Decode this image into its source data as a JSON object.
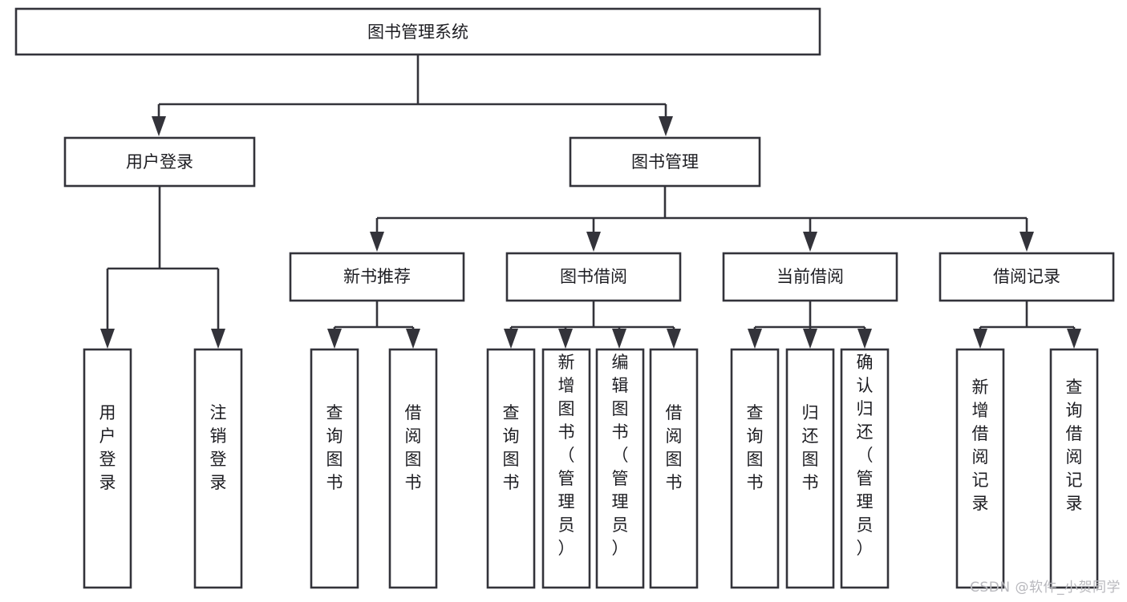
{
  "diagram": {
    "title": "图书管理系统",
    "type": "tree",
    "watermark": "CSDN @软件_小贺同学",
    "colors": {
      "box_fill": "#ffffff",
      "box_stroke": "#33333a",
      "text": "#1d1d22",
      "background": "#ffffff",
      "watermark": "#b8b8bd"
    },
    "root": {
      "id": "root",
      "label": "图书管理系统",
      "level": 0
    },
    "level1": [
      {
        "id": "user-login",
        "label": "用户登录",
        "level": 1
      },
      {
        "id": "book-management",
        "label": "图书管理",
        "level": 1
      }
    ],
    "level2": [
      {
        "id": "new-book-recommend",
        "label": "新书推荐",
        "level": 2,
        "parent": "book-management"
      },
      {
        "id": "book-borrow",
        "label": "图书借阅",
        "level": 2,
        "parent": "book-management"
      },
      {
        "id": "current-borrow",
        "label": "当前借阅",
        "level": 2,
        "parent": "book-management"
      },
      {
        "id": "borrow-record",
        "label": "借阅记录",
        "level": 2,
        "parent": "book-management"
      }
    ],
    "leaves": [
      {
        "id": "leaf-user-login",
        "label": "用户登录",
        "parent": "user-login"
      },
      {
        "id": "leaf-logout-login",
        "label": "注销登录",
        "parent": "user-login"
      },
      {
        "id": "leaf-query-book-1",
        "label": "查询图书",
        "parent": "new-book-recommend"
      },
      {
        "id": "leaf-borrow-book-1",
        "label": "借阅图书",
        "parent": "new-book-recommend"
      },
      {
        "id": "leaf-query-book-2",
        "label": "查询图书",
        "parent": "book-borrow"
      },
      {
        "id": "leaf-add-book",
        "label": "新增图书（管理员）",
        "parent": "book-borrow"
      },
      {
        "id": "leaf-edit-book",
        "label": "编辑图书（管理员）",
        "parent": "book-borrow"
      },
      {
        "id": "leaf-borrow-book-2",
        "label": "借阅图书",
        "parent": "book-borrow"
      },
      {
        "id": "leaf-query-book-3",
        "label": "查询图书",
        "parent": "current-borrow"
      },
      {
        "id": "leaf-return-book",
        "label": "归还图书",
        "parent": "current-borrow"
      },
      {
        "id": "leaf-confirm-return",
        "label": "确认归还（管理员）",
        "parent": "current-borrow"
      },
      {
        "id": "leaf-add-record",
        "label": "新增借阅记录",
        "parent": "borrow-record"
      },
      {
        "id": "leaf-query-record",
        "label": "查询借阅记录",
        "parent": "borrow-record"
      }
    ]
  }
}
